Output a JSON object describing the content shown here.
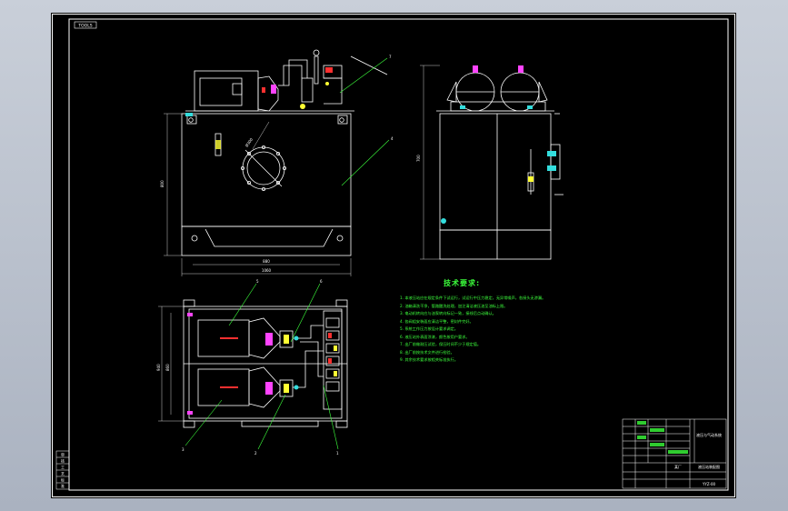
{
  "drawing": {
    "code_box": "TOOLS",
    "notes_title": "技术要求:",
    "notes": [
      "1. 本液压站应在规定条件下试运行，试运行中压力稳定，无异常噪声，各接头无渗漏。",
      "2. 油箱清洗干净，管路酸洗处理，加注清洁液压油至油标上限。",
      "3. 电动机转向应与油泵转向标记一致，接线后点动确认。",
      "4. 各阀组安装面应清洁平整，密封件完好。",
      "5. 系统工作压力按设计要求调定。",
      "6. 液压站外表面涂漆，颜色按用户要求。",
      "7. 出厂前做耐压试验，保压时间不少于规定值。",
      "8. 出厂前按技术文件进行检验。",
      "9. 其余技术要求按相关标准执行。"
    ],
    "callouts": [
      "1",
      "2",
      "3",
      "4",
      "5",
      "6",
      "7"
    ],
    "dims": {
      "front_height": "800",
      "front_inner_width": "880",
      "front_width": "1060",
      "side_height": "700",
      "plan_width_1": "940",
      "plan_width_2": "860",
      "diameter": "Ø300"
    },
    "title_block": {
      "drawing_name": "液压站装配图",
      "unit": "某厂",
      "company": "液压与气动系统",
      "drawing_no": "YYZ-00"
    },
    "side_table": [
      "审",
      "核",
      "工",
      "艺",
      "标",
      "准"
    ]
  },
  "colors": {
    "background": "#000000",
    "lines": "#ffffff",
    "green": "#3cff3c",
    "red": "#ff3030",
    "magenta": "#ff44ff",
    "yellow": "#ffff33",
    "cyan": "#33dddd"
  }
}
